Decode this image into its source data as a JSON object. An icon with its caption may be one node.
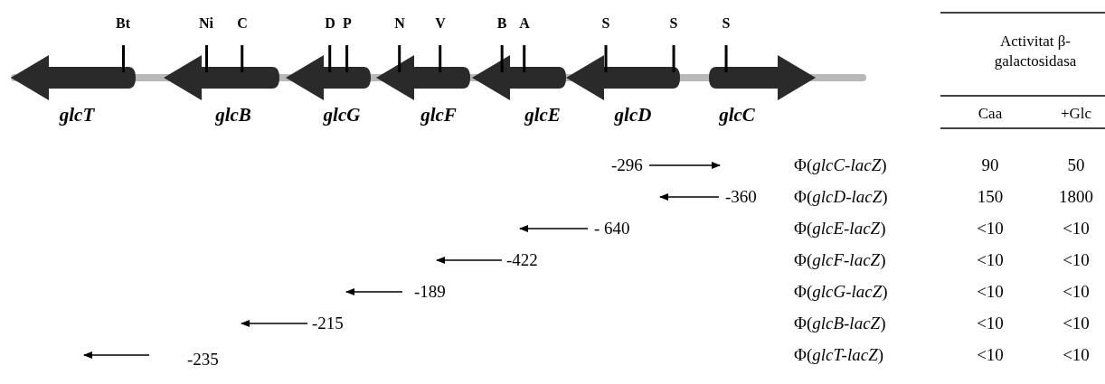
{
  "diagram": {
    "nodes": [
      {
        "text": [
          "glcT"
        ]
      },
      {
        "text": [
          "glcB"
        ]
      },
      {
        "text": [
          "glcG"
        ]
      },
      {
        "text": [
          "glcF"
        ]
      },
      {
        "text": [
          "glcE"
        ]
      },
      {
        "text": [
          "glcD"
        ]
      },
      {
        "text": [
          "glcC"
        ]
      }
    ],
    "labels": [
      "Bt",
      "Ni",
      "C",
      "D",
      "P",
      "N",
      "V",
      "B",
      "A",
      "S",
      "S",
      "S",
      "Activitat β-galactosidasa",
      "Caa",
      "+Glc",
      "-296",
      "Φ(*glcC-lacZ*)",
      "90",
      "50",
      "-360",
      "Φ(*glcD-lacZ*)",
      "150",
      "1800",
      "- 640",
      "Φ(*glcE-lacZ*)",
      "<10",
      "<10",
      "-422",
      "Φ(*glcF-lacZ*)",
      "<10",
      "<10",
      "-189",
      "Φ(*glcG-lacZ*)",
      "<10",
      "<10",
      "-215",
      "Φ(*glcB-lacZ*)",
      "<10",
      "<10",
      "-235",
      "Φ(*glcT-lacZ*)",
      "<10",
      "<10"
    ]
  }
}
